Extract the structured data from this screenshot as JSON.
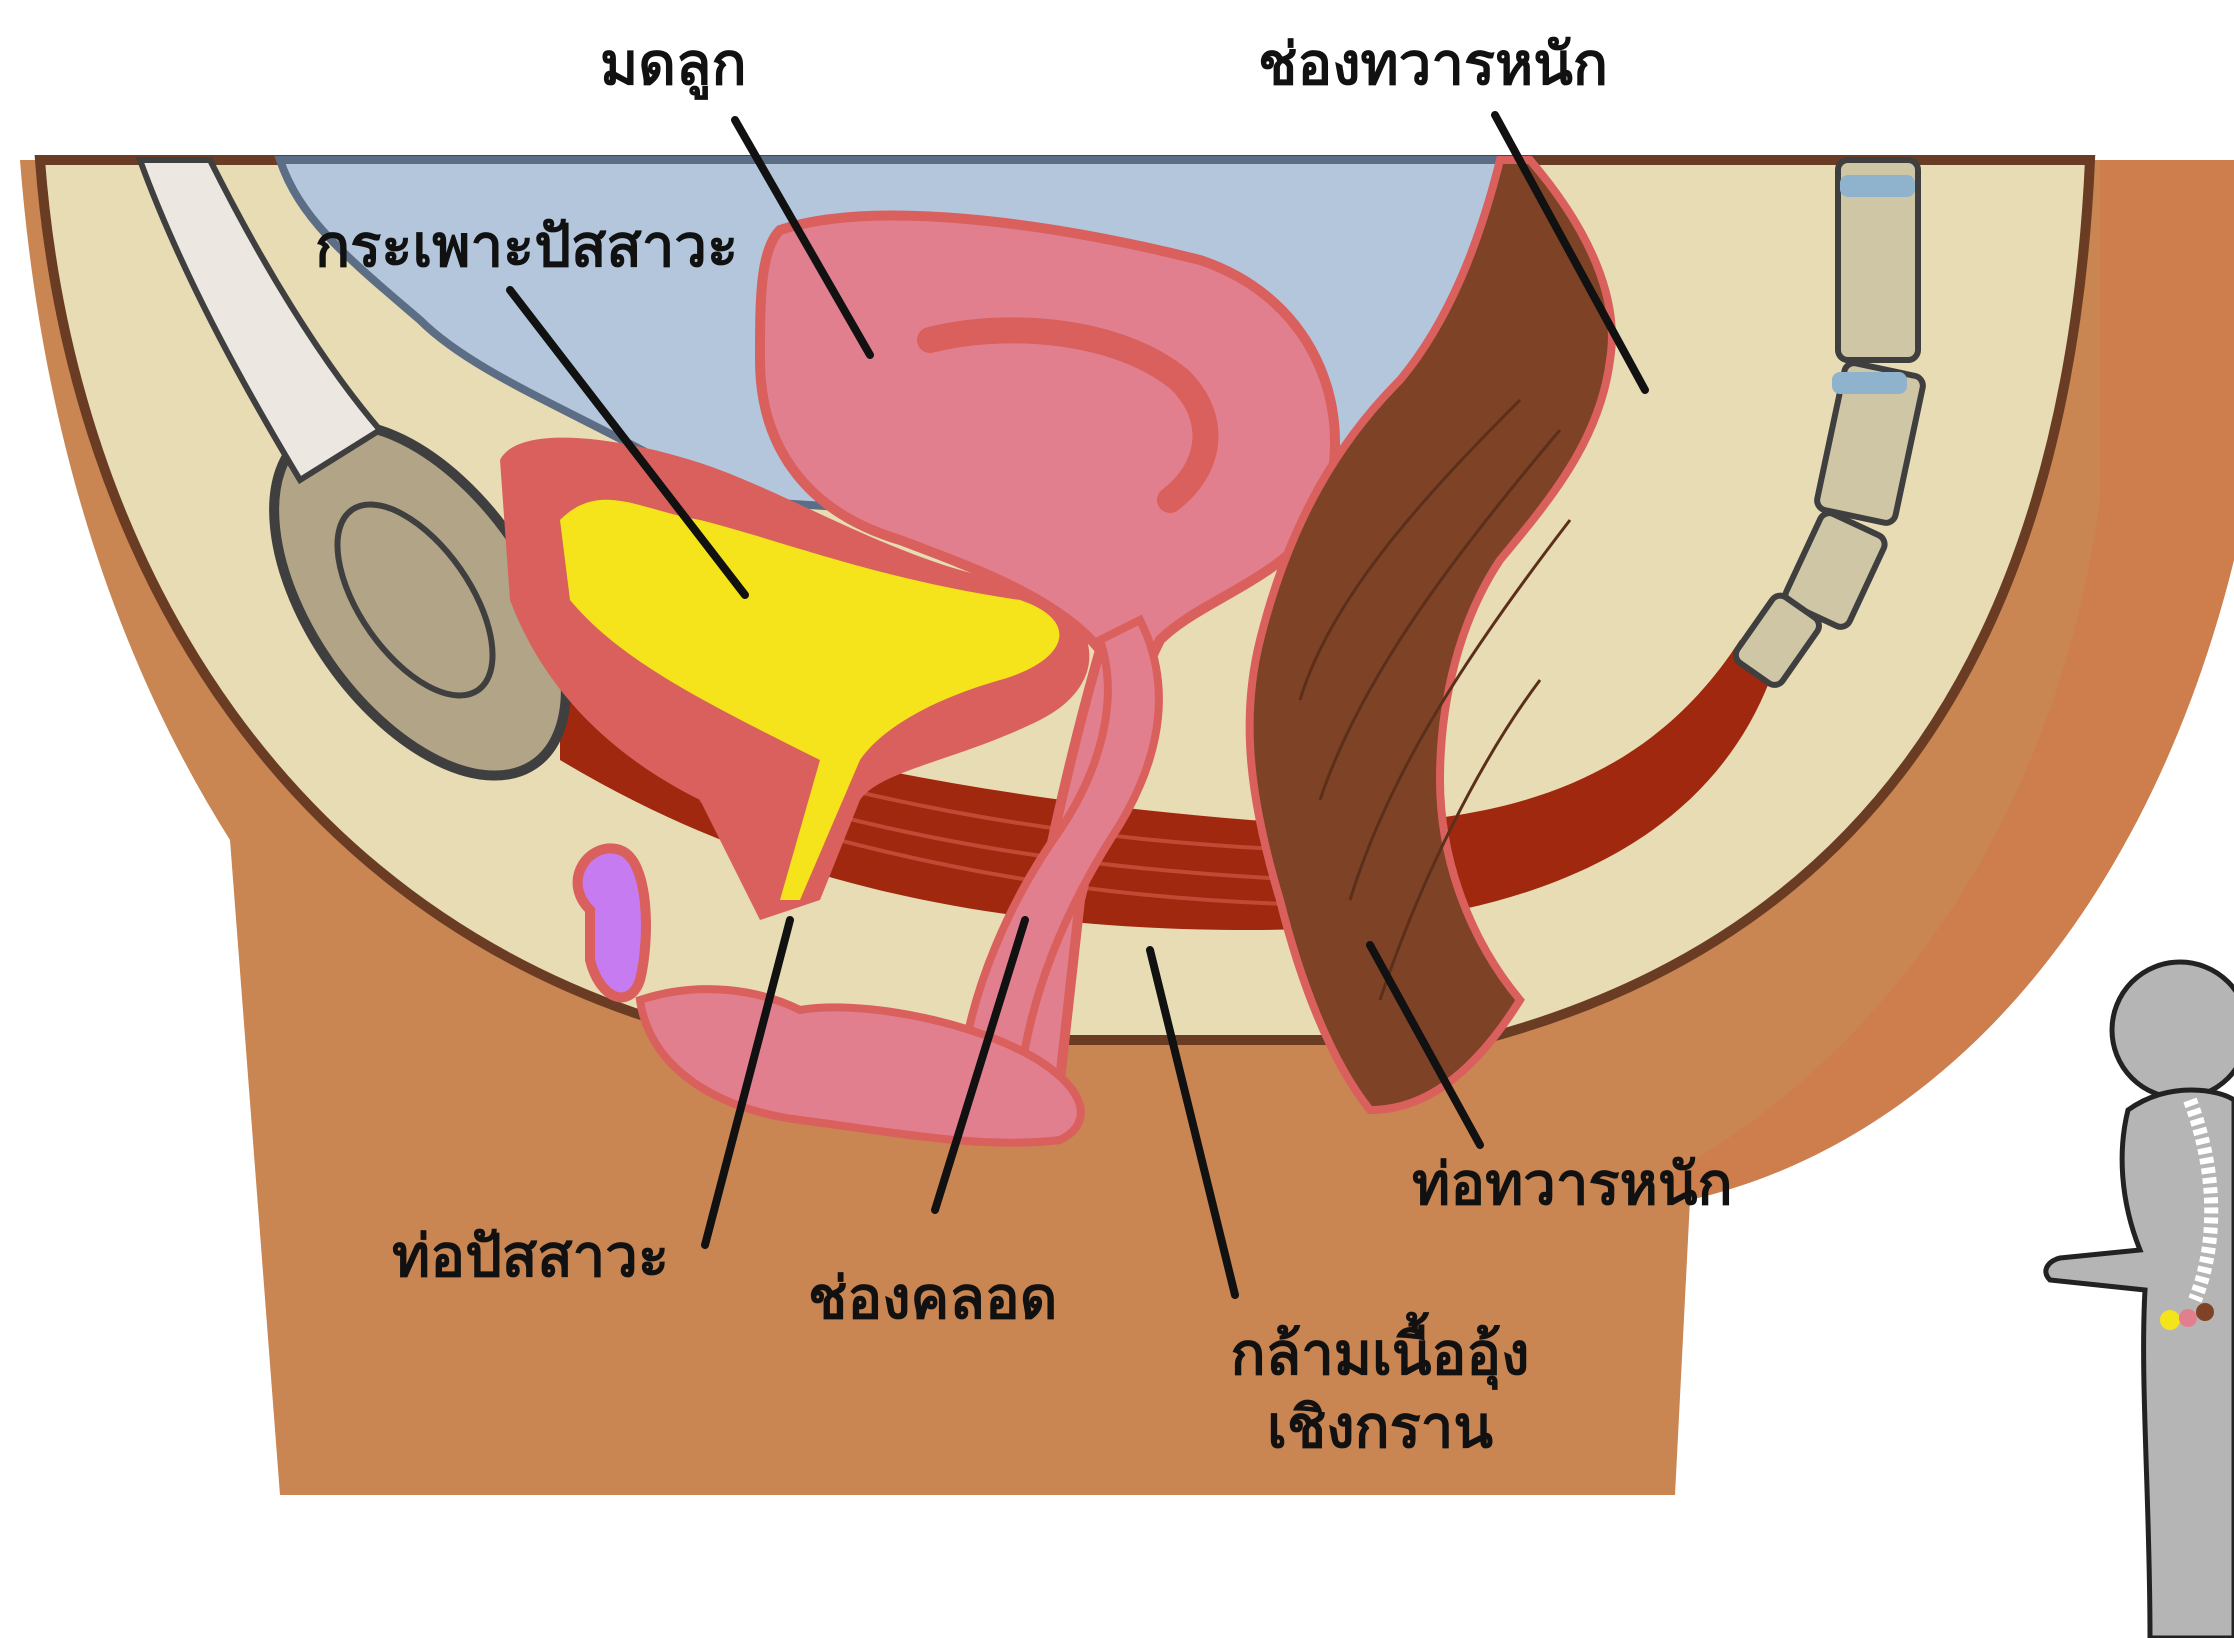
{
  "labels": {
    "uterus": "มดลูก",
    "rectum": "ช่องทวารหนัก",
    "bladder": "กระเพาะปัสสาวะ",
    "urethra": "ท่อปัสสาวะ",
    "vagina": "ช่องคลอด",
    "pelvic_floor_line1": "กล้ามเนื้ออุ้ง",
    "pelvic_floor_line2": "เชิงกราน",
    "anal_canal": "ท่อทวารหนัก"
  },
  "colors": {
    "skin": "#c98552",
    "bone": "#e8dcb5",
    "cavity": "#b3c6dc",
    "bladder_urine": "#f5e41c",
    "uterus": "#e27f8e",
    "tissue_outline": "#d9605d",
    "rectum": "#7e4227",
    "pelvic_muscle": "#a0280f",
    "clitoris": "#c77bf0",
    "figure": "#b5b5b5"
  }
}
